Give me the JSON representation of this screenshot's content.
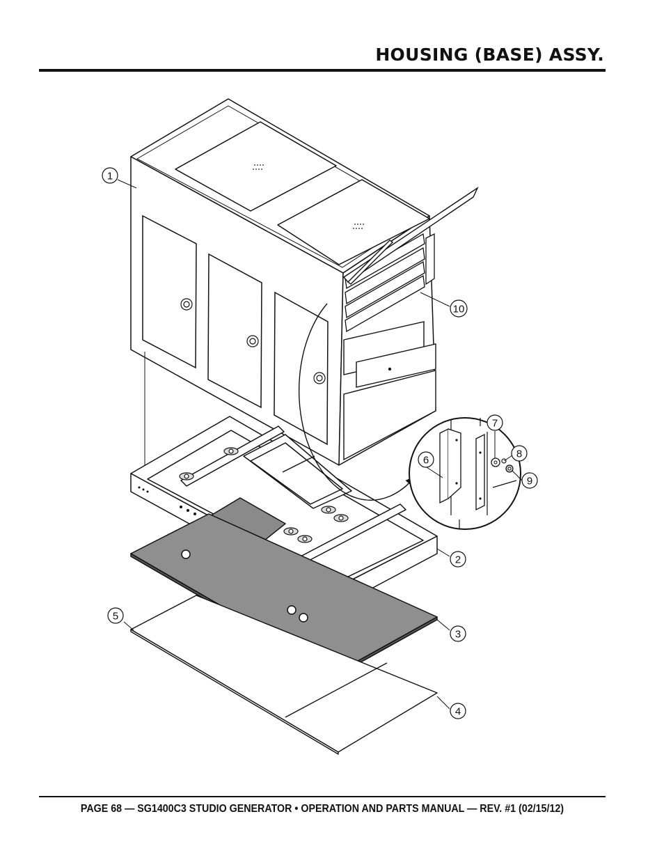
{
  "header": {
    "title": "HOUSING (BASE) ASSY."
  },
  "footer": {
    "text": "PAGE 68 — SG1400C3 STUDIO GENERATOR • OPERATION AND PARTS MANUAL — REV. #1 (02/15/12)"
  },
  "callouts": [
    {
      "number": "1"
    },
    {
      "number": "2"
    },
    {
      "number": "3"
    },
    {
      "number": "4"
    },
    {
      "number": "5"
    },
    {
      "number": "6"
    },
    {
      "number": "7"
    },
    {
      "number": "8"
    },
    {
      "number": "9"
    },
    {
      "number": "10"
    }
  ]
}
